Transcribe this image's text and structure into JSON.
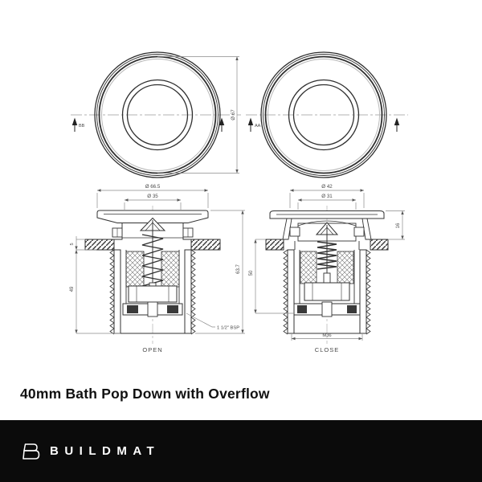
{
  "title": "40mm Bath Pop Down with Overflow",
  "palette": {
    "footer_background": "#0b0b0b",
    "footer_text": "#ffffff",
    "drawing_line": "#3d3d3d",
    "dimension_line": "#8a8a8a"
  },
  "drawing": {
    "plan_left": {
      "section_marker": "BB",
      "diameter": "Ø 67"
    },
    "plan_right": {
      "section_marker": "AA"
    },
    "section_open": {
      "label": "OPEN",
      "dim_flange_od": "Ø 66.5",
      "dim_plug_od": "Ø 35",
      "dim_lip_height": "5",
      "dim_body_height": "49",
      "dim_total_height": "63.7",
      "thread_note": "1 1/2\" BSP"
    },
    "section_close": {
      "label": "CLOSE",
      "dim_cap_od": "Ø 42",
      "dim_plug_od": "Ø 31",
      "dim_cap_height": "16",
      "dim_body_height": "50",
      "dim_thread": "M36"
    }
  },
  "footer": {
    "brand": "BUILDMAT"
  }
}
